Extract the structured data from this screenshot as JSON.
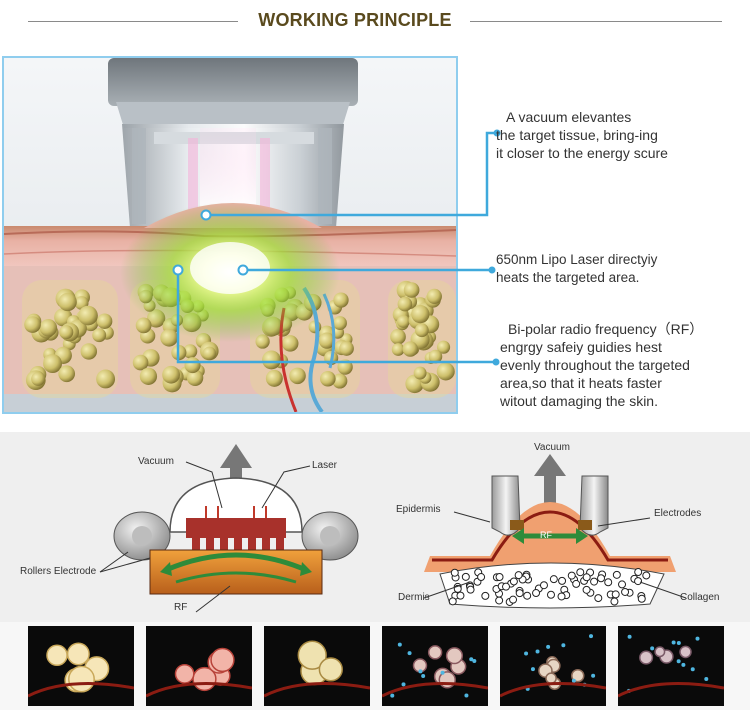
{
  "header": {
    "title": "WORKING PRINCIPLE"
  },
  "callouts": [
    {
      "lines": [
        "A vacuum elevantes",
        "the target tissue,   bring-ing",
        "it closer to the energy scure"
      ]
    },
    {
      "lines": [
        "650nm Lipo Laser directyiy",
        "heats the targeted area."
      ]
    },
    {
      "lines": [
        "Bi-polar radio frequency（RF）",
        "engrgy safeiy guidies hest",
        "evenly throughout the targeted",
        "area,so that it heats faster",
        "witout damaging the skin."
      ]
    }
  ],
  "left_diagram": {
    "labels": {
      "vacuum": "Vacuum",
      "laser": "Laser",
      "rollers": "Rollers Electrode",
      "rf": "RF"
    }
  },
  "right_diagram": {
    "labels": {
      "vacuum": "Vacuum",
      "epidermis": "Epidermis",
      "electrodes": "Electrodes",
      "rf": "RF",
      "dermis": "Dermis",
      "collagen": "Collagen"
    }
  },
  "thumbnails": [
    "fat-cells-intact",
    "fat-cells-heated",
    "fat-cell-breaking",
    "fat-cells-releasing",
    "fat-cells-draining",
    "fat-cells-reduced"
  ],
  "colors": {
    "accent_blue": "#3fa9dc",
    "header_text": "#5a4a1e",
    "frame": "#8fcdee"
  }
}
